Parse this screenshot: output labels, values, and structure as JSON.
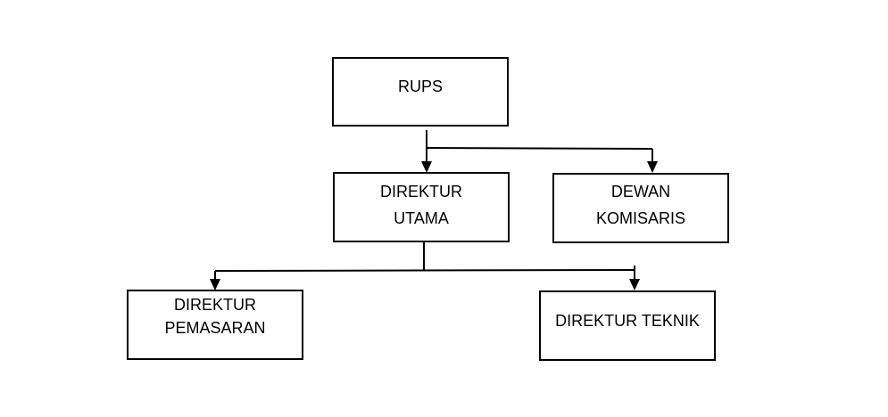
{
  "org_chart": {
    "nodes": {
      "rups": {
        "lines": [
          "RUPS"
        ]
      },
      "direktur_utama": {
        "lines": [
          "DIREKTUR",
          "UTAMA"
        ]
      },
      "dewan_komisaris": {
        "lines": [
          "DEWAN",
          "KOMISARIS"
        ]
      },
      "direktur_pemasaran": {
        "lines": [
          "DIREKTUR",
          "PEMASARAN"
        ]
      },
      "direktur_teknik": {
        "lines": [
          "DIREKTUR TEKNIK"
        ]
      }
    },
    "edges": [
      {
        "from": "rups",
        "to": "direktur_utama"
      },
      {
        "from": "rups",
        "to": "dewan_komisaris"
      },
      {
        "from": "direktur_utama",
        "to": "direktur_pemasaran"
      },
      {
        "from": "direktur_utama",
        "to": "direktur_teknik"
      }
    ],
    "colors": {
      "line": "#000000",
      "box_fill": "#ffffff",
      "text": "#000000"
    }
  }
}
